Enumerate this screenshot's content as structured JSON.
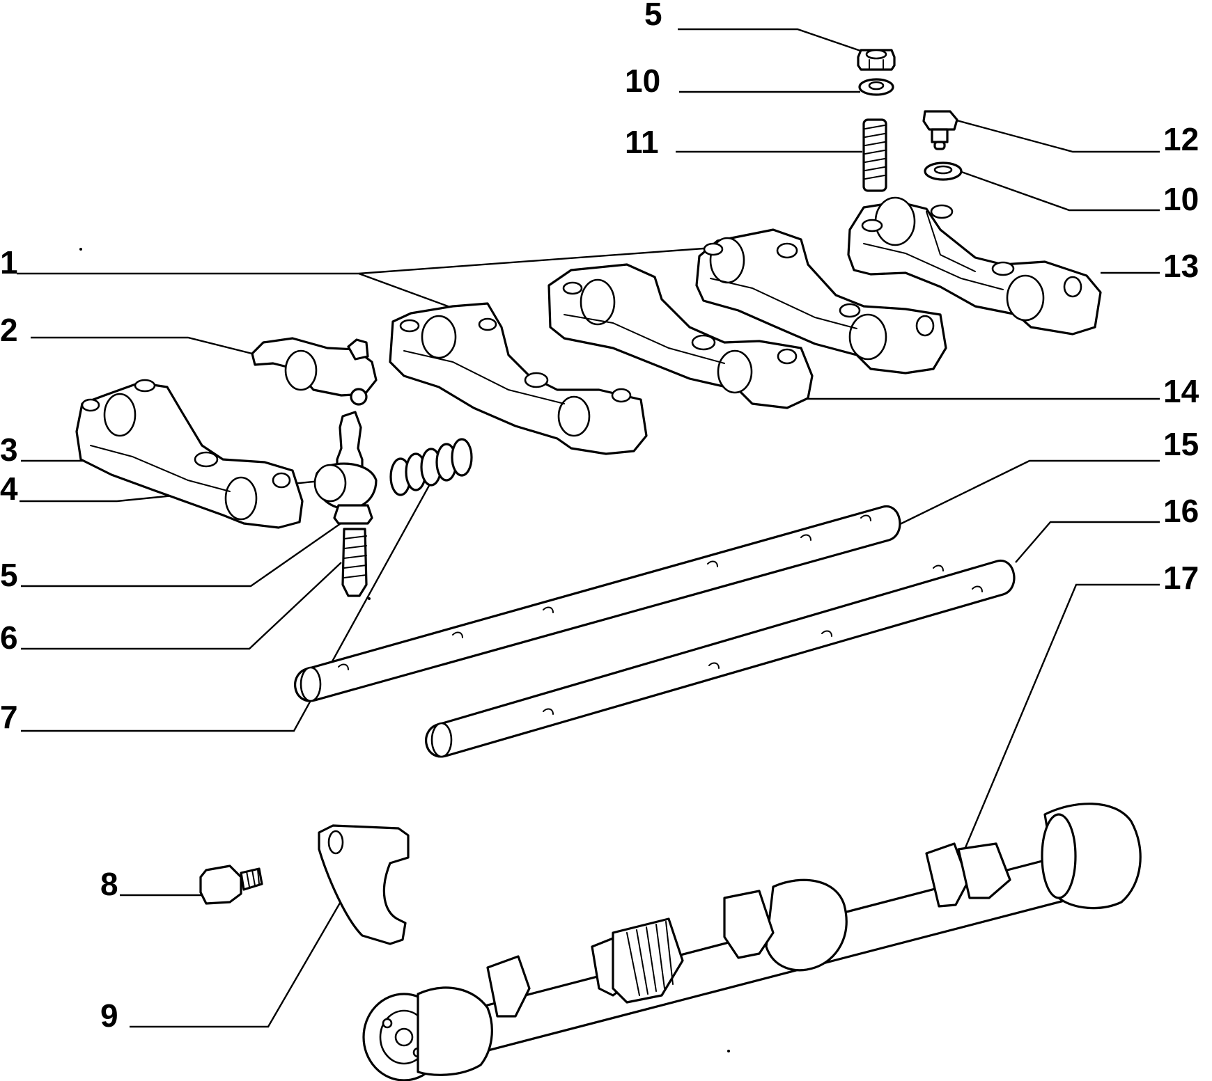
{
  "diagram": {
    "callouts": [
      {
        "id": "c5-top",
        "label": "5"
      },
      {
        "id": "c10-top",
        "label": "10"
      },
      {
        "id": "c11",
        "label": "11"
      },
      {
        "id": "c12",
        "label": "12"
      },
      {
        "id": "c10-right",
        "label": "10"
      },
      {
        "id": "c13",
        "label": "13"
      },
      {
        "id": "c1",
        "label": "1"
      },
      {
        "id": "c2",
        "label": "2"
      },
      {
        "id": "c14",
        "label": "14"
      },
      {
        "id": "c15",
        "label": "15"
      },
      {
        "id": "c3",
        "label": "3"
      },
      {
        "id": "c16",
        "label": "16"
      },
      {
        "id": "c4",
        "label": "4"
      },
      {
        "id": "c17",
        "label": "17"
      },
      {
        "id": "c5-left",
        "label": "5"
      },
      {
        "id": "c6",
        "label": "6"
      },
      {
        "id": "c7",
        "label": "7"
      },
      {
        "id": "c8",
        "label": "8"
      },
      {
        "id": "c9",
        "label": "9"
      }
    ]
  }
}
